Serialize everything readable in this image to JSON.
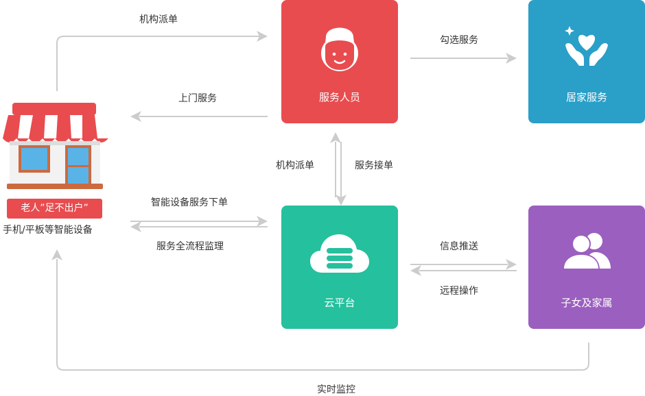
{
  "colors": {
    "staff_box": "#e84c4f",
    "home_box": "#2a9fc8",
    "cloud_box": "#25c09d",
    "family_box": "#9b5fbf",
    "badge": "#e84c4f",
    "connector": "#cccccc"
  },
  "icons": {
    "staff": "nurse-icon",
    "home": "hands-heart-icon",
    "cloud": "cloud-server-icon",
    "family": "users-icon",
    "store": "storefront-icon"
  },
  "nodes": {
    "staff": "服务人员",
    "home": "居家服务",
    "cloud": "云平台",
    "family": "子女及家属"
  },
  "store": {
    "badge": "老人”足不出户”",
    "device": "手机/平板等智能设备"
  },
  "edges": {
    "dispatch_top": "机构派单",
    "door_service": "上门服务",
    "select_service": "勾选服务",
    "dispatch_mid": "机构派单",
    "accept_order": "服务接单",
    "device_order": "智能设备服务下单",
    "full_supervision": "服务全流程监理",
    "info_push": "信息推送",
    "remote_op": "远程操作",
    "realtime_monitor": "实时监控"
  }
}
